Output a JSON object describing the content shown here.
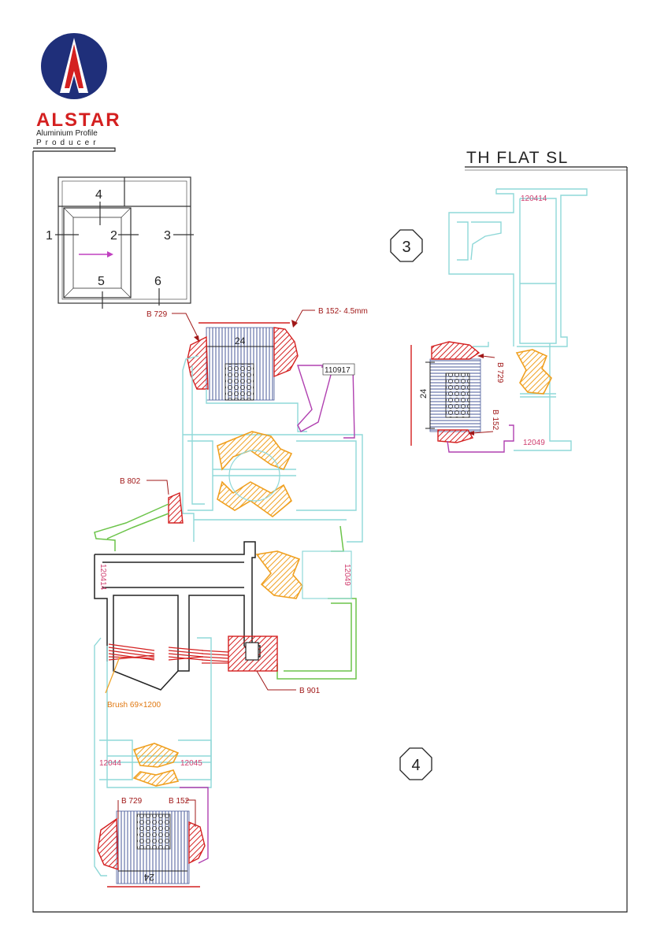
{
  "brand": {
    "name": "ALSTAR",
    "tagline_line1": "Aluminium Profile",
    "tagline_line2": "Producer",
    "colors": {
      "red": "#d42020",
      "navy": "#1f2f7a"
    }
  },
  "sheet_title": "TH FLAT SL",
  "key_plan": {
    "labels": [
      "1",
      "2",
      "3",
      "4",
      "5",
      "6"
    ]
  },
  "section_markers": {
    "section_3": "3",
    "section_4": "4"
  },
  "section_3": {
    "profile_top": "120414",
    "profile_bottom": "12049",
    "gasket_top": "B 729",
    "gasket_bottom": "B 152",
    "glass_dim": "24"
  },
  "section_4": {
    "gasket_top_left": "B 729",
    "gasket_top_right": "B 152- 4.5mm",
    "glass_dim_top": "24",
    "profile_sash": "110917",
    "gasket_mid": "B 802",
    "profile_frame_left": "120414",
    "profile_frame_right": "12049",
    "gasket_b901": "B 901",
    "brush": "Brush 69×1200",
    "profile_bottom_left": "12044",
    "profile_bottom_right": "12045",
    "gasket_bottom_left": "B 729",
    "gasket_bottom_right": "B 152",
    "glass_dim_bottom": "24"
  },
  "line_colors": {
    "frame": "#8fd8d8",
    "sash_purple": "#b040b0",
    "green": "#6cc44a",
    "orange": "#f0a020",
    "red_gasket": "#d42020",
    "label_red": "#a01818",
    "profile_code": "#d04070",
    "black": "#222222"
  }
}
